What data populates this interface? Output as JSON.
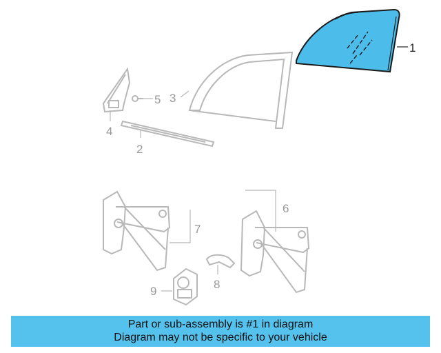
{
  "diagram": {
    "colors": {
      "highlight_fill": "#4cbdeb",
      "highlight_stroke": "#1a1a1a",
      "faded_parts": "#b8b8b8",
      "callout_text_active": "#222222",
      "callout_text_faded": "#999999",
      "banner_bg": "#55c2ee"
    },
    "callouts": [
      {
        "id": "1",
        "label": "1",
        "highlighted": true
      },
      {
        "id": "2",
        "label": "2",
        "highlighted": false
      },
      {
        "id": "3",
        "label": "3",
        "highlighted": false
      },
      {
        "id": "4",
        "label": "4",
        "highlighted": false
      },
      {
        "id": "5",
        "label": "5",
        "highlighted": false
      },
      {
        "id": "6",
        "label": "6",
        "highlighted": false
      },
      {
        "id": "7",
        "label": "7",
        "highlighted": false
      },
      {
        "id": "8",
        "label": "8",
        "highlighted": false
      },
      {
        "id": "9",
        "label": "9",
        "highlighted": false
      }
    ]
  },
  "banner": {
    "line1": "Part or sub-assembly is #1 in diagram",
    "line2": "Diagram may not be specific to your vehicle"
  }
}
